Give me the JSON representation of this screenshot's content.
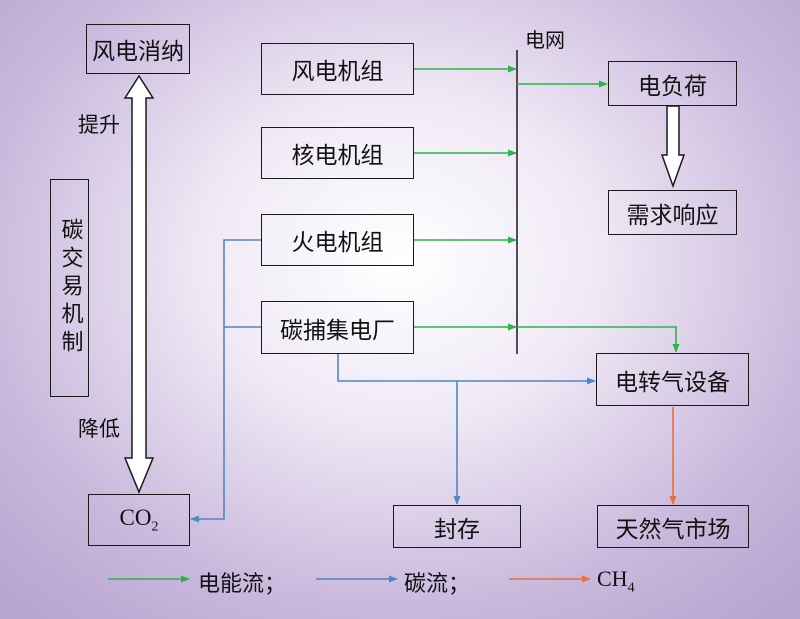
{
  "nodes": {
    "wind_consume": "风电消纳",
    "carbon_trade": "碳交易机制",
    "co2": {
      "base": "CO",
      "sub": "2"
    },
    "wind_unit": "风电机组",
    "nuclear_unit": "核电机组",
    "thermal_unit": "火电机组",
    "ccs_plant": "碳捕集电厂",
    "load": "电负荷",
    "demand_response": "需求响应",
    "p2g": "电转气设备",
    "storage": "封存",
    "gas_market": "天然气市场"
  },
  "labels": {
    "grid": "电网",
    "raise": "提升",
    "lower": "降低"
  },
  "legend": {
    "power_flow": "电能流；",
    "carbon_flow": "碳流；",
    "ch4": {
      "base": "CH",
      "sub": "4"
    }
  },
  "colors": {
    "power": "#2db34a",
    "carbon": "#4f86c6",
    "ch4": "#e8703a",
    "line": "#1a1a1a"
  }
}
